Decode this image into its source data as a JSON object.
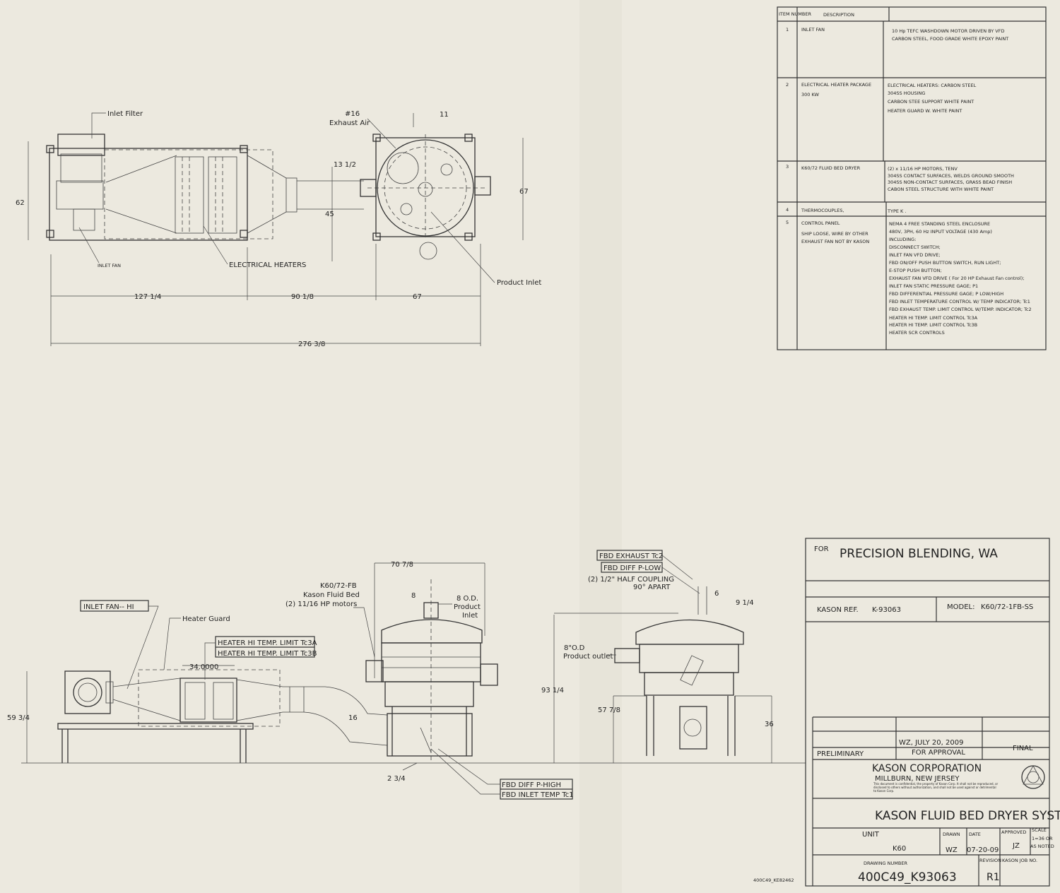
{
  "top_view": {
    "inlet_filter": "Inlet Filter",
    "exhaust_size": "#16",
    "exhaust_air": "Exhaust Air",
    "dim_11": "11",
    "dim_13_5": "13 1/2",
    "dim_62": "62",
    "dim_67_side": "67",
    "dim_45": "45",
    "inlet_fan": "INLET FAN",
    "electrical_heaters": "ELECTRICAL HEATERS",
    "product_inlet": "Product Inlet",
    "dim_127": "127 1/4",
    "dim_90": "90 1/8",
    "dim_67_bottom": "67",
    "dim_276": "276 3/8"
  },
  "bom": {
    "header_item": "ITEM NUMBER",
    "header_desc": "DESCRIPTION",
    "items": [
      {
        "num": "1",
        "name": "INLET FAN",
        "desc": [
          "10 Hp TEFC WASHDOWN MOTOR DRIVEN BY VFD",
          "CARBON STEEL, FOOD GRADE WHITE EPOXY PAINT"
        ]
      },
      {
        "num": "2",
        "name": "ELECTRICAL HEATER PACKAGE",
        "name2": "300 KW",
        "desc": [
          "ELECTRICAL HEATERS: CARBON STEEL",
          "304SS HOUSING",
          "CARBON STEE SUPPORT   WHITE PAINT",
          "HEATER GUARD W. WHITE PAINT"
        ]
      },
      {
        "num": "3",
        "name": "K60/72 FLUID BED DRYER",
        "desc": [
          "(2) x 11/16 HP MOTORS, TENV",
          "304SS CONTACT SURFACES, WELDS GROUND SMOOTH",
          "304SS NON-CONTACT SURFACES, GRASS BEAD FINISH",
          "CABON STEEL STRUCTURE WITH WHITE PAINT"
        ]
      },
      {
        "num": "4",
        "name": "THERMOCOUPLES,",
        "desc": [
          "TYPE K ."
        ]
      },
      {
        "num": "5",
        "name": "CONTROL PANEL",
        "name_notes": [
          "SHIP LOOSE, WIRE BY OTHER",
          "EXHAUST FAN  NOT BY KASON"
        ],
        "desc": [
          "NEMA 4 FREE STANDING STEEL ENCLOSURE",
          "480V, 3PH, 60 Hz INPUT VOLTAGE  (430 Amp)",
          "INCLUDING:",
          "DISCONNECT SWITCH;",
          "INLET FAN VFD DRIVE;",
          "FBD ON/OFF PUSH BUTTON SWITCH, RUN LIGHT;",
          "E-STOP PUSH BUTTON;",
          "EXHAUST FAN VFD DRIVE ( For 20 HP Exhaust Fan control);",
          "INLET FAN STATIC PRESSURE GAGE;  P1",
          "FBD DIFFERENTIAL PRESSURE GAGE;  P  LOW/HIGH",
          "FBD INLET TEMPERATURE CONTROL W/ TEMP INDICATOR;  Tc1",
          "FBD EXHAUST TEMP. LIMIT CONTROL W/TEMP. INDICATOR;  Tc2",
          "HEATER HI TEMP. LIMIT CONTROL Tc3A",
          "HEATER HI TEMP. LIMIT CONTROL Tc3B",
          "HEATER SCR CONTROLS"
        ]
      }
    ]
  },
  "side_view": {
    "inlet_fan_hi": "INLET FAN-- HI",
    "heater_guard": "Heater Guard",
    "heater_limit_a": "HEATER HI TEMP. LIMIT Tc3A",
    "heater_limit_b": "HEATER HI TEMP. LIMIT Tc3B",
    "dim_34": "34.0000",
    "dim_59": "59 3/4",
    "dim_16": "16",
    "model_label": "K60/72-FB",
    "fluid_bed": "Kason Fluid Bed",
    "motors": "(2) 11/16 HP motors",
    "dim_70": "70 7/8",
    "dim_8": "8",
    "od_8": "8 O.D.",
    "product": "Product",
    "inlet": "Inlet",
    "dim_2_75": "2 3/4",
    "fbd_diff_high": "FBD DIFF P-HIGH",
    "fbd_inlet_temp": "FBD INLET TEMP Tc1",
    "fbd_exhaust": "FBD EXHAUST Tc2",
    "fbd_diff_low": "FBD DIFF P-LOW",
    "half_coupling": "(2) 1/2\" HALF COUPLING",
    "apart": "90° APART",
    "dim_6": "6",
    "dim_9": "9 1/4",
    "od_8b": "8\"O.D",
    "product_outlet": "Product outlet",
    "dim_93": "93 1/4",
    "dim_57": "57 7/8",
    "dim_36": "36"
  },
  "title_block": {
    "for_label": "FOR",
    "customer": "PRECISION BLENDING, WA",
    "kason_ref_label": "KASON REF.",
    "kason_ref": "K-93063",
    "model_label": "MODEL:",
    "model": "K60/72-1FB-SS",
    "approval_sig": "WZ, JULY 20, 2009",
    "preliminary": "PRELIMINARY",
    "for_approval": "FOR APPROVAL",
    "final": "FINAL",
    "company": "KASON CORPORATION",
    "city": "MILLBURN, NEW JERSEY",
    "confidential": "This document is confidential, the property of Kason Corp. It shall not be reproduced, or disclosed to others without authorization, and shall not be used against or detrimental to Kason Corp.",
    "title": "KASON FLUID BED DRYER SYSTEM",
    "unit_label": "UNIT",
    "unit": "K60",
    "drawn_label": "DRAWN",
    "drawn": "WZ",
    "date_label": "DATE",
    "date": "07-20-09",
    "approved_label": "APPROVED",
    "approved": "JZ",
    "scale_label": "SCALE",
    "scale": "1=36 OR",
    "scale2": "AS NOTED",
    "drawing_number_label": "DRAWING NUMBER",
    "drawing_number": "400C49_K93063",
    "revision_label": "REVISION",
    "revision": "R1",
    "job_label": "KASON JOB NO."
  },
  "footer_ref": "400C49_KE82462"
}
